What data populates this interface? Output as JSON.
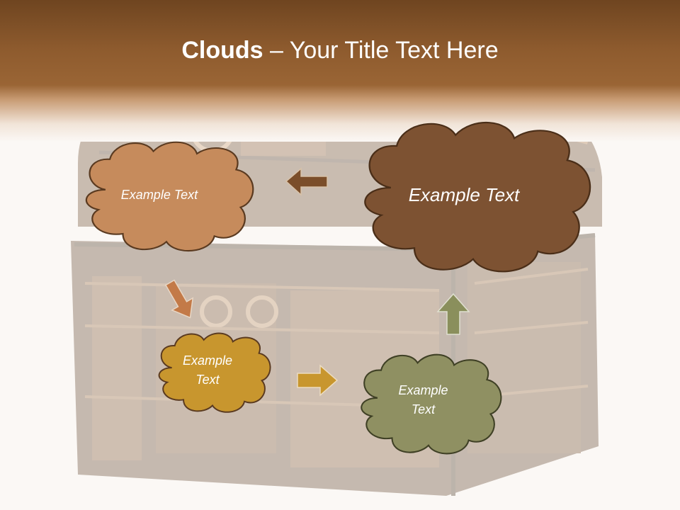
{
  "slide": {
    "title_bold": "Clouds",
    "title_rest": " – Your Title Text Here"
  },
  "clouds": [
    {
      "id": "top-left",
      "text": "Example Text",
      "fill": "#c68b5c"
    },
    {
      "id": "top-right",
      "text": "Example Text",
      "fill": "#7d5232"
    },
    {
      "id": "middle-left",
      "text": "Example\nText",
      "fill": "#c8962e"
    },
    {
      "id": "bottom-right",
      "text": "Example\nText",
      "fill": "#8f9062"
    }
  ],
  "arrows": [
    {
      "id": "arrow-left",
      "direction": "left",
      "color": "#7b4e2a"
    },
    {
      "id": "arrow-down",
      "direction": "down-right",
      "color": "#c37a48"
    },
    {
      "id": "arrow-right",
      "direction": "right",
      "color": "#c8962e"
    },
    {
      "id": "arrow-up",
      "direction": "up",
      "color": "#8a8f5c"
    }
  ],
  "colors": {
    "header_top": "#6f4520",
    "header_bottom": "#9a6535",
    "background": "#fbf8f5",
    "cloud_outline": "#5a3a20"
  }
}
